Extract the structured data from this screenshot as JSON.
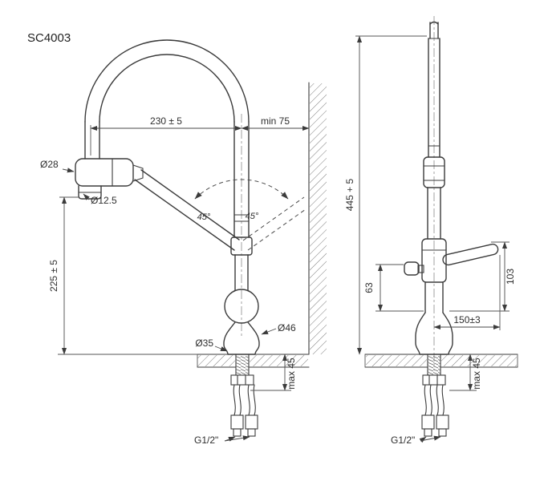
{
  "title": "SC4003",
  "front_view": {
    "spout_reach": "230 ± 5",
    "wall_clearance": "min 75",
    "spout_diameter": "Ø28",
    "aerator_diameter": "Ø12.5",
    "swivel_left": "45°",
    "swivel_right": "45°",
    "spout_height": "225 ± 5",
    "base_diameter": "Ø35",
    "body_diameter": "Ø46",
    "max_counter_thickness": "max 45",
    "connection_thread": "G1/2\""
  },
  "side_view": {
    "total_height": "445 + 5",
    "filter_handle_height": "63",
    "lever_height": "103",
    "handle_reach": "150±3",
    "max_counter_thickness": "max 45",
    "connection_thread": "G1/2\""
  }
}
